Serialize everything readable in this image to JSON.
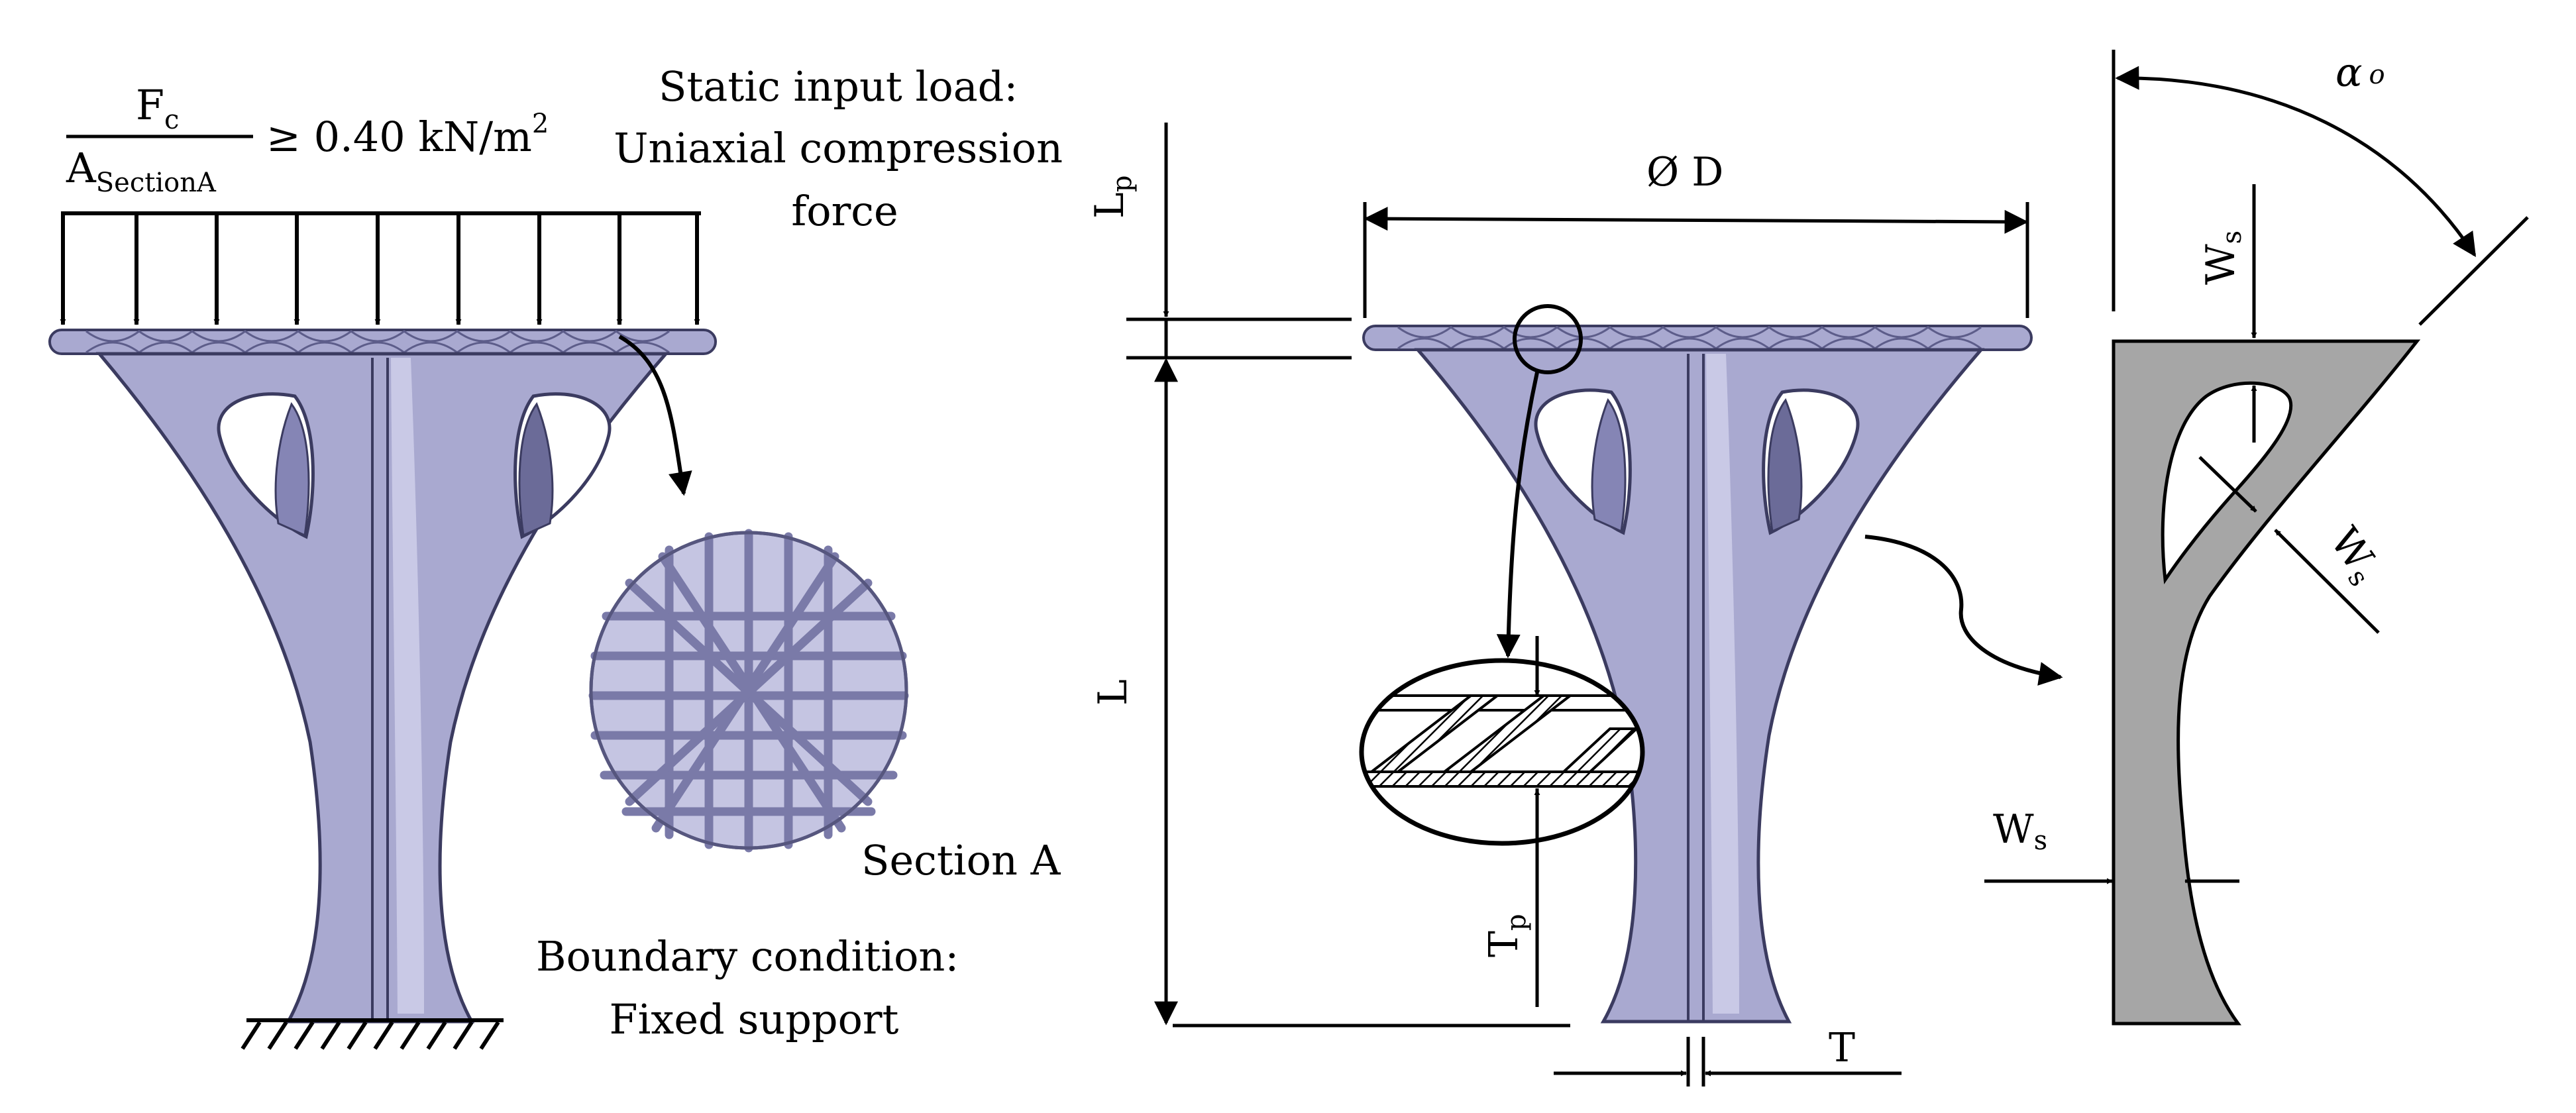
{
  "panel_load": {
    "formula": {
      "numerator_main": "F",
      "numerator_sub": "c",
      "denominator_main": "A",
      "denominator_sub": "SectionA",
      "relation": "≥ 0.40 kN/m",
      "exponent": "2"
    },
    "load_label_lines": [
      "Static input load:",
      "Uniaxial compression",
      "force"
    ],
    "section_label": "Section A",
    "boundary_label_lines": [
      "Boundary condition:",
      "Fixed support"
    ]
  },
  "panel_dimensions": {
    "diameter_label": "Ø D",
    "plate_thickness_main": "L",
    "plate_thickness_sub": "p",
    "length_label": "L",
    "lattice_thickness_main": "T",
    "lattice_thickness_sub": "p",
    "wall_thickness_label": "T"
  },
  "panel_section": {
    "angle_main": "α",
    "angle_sub": "o",
    "web_width_main": "W",
    "web_width_sub": "s"
  },
  "colors": {
    "part_fill": "#a9a9d0",
    "part_stroke": "#3b3b60",
    "part_highlight": "#c9c9e6",
    "part_shadow": "#6b6b98",
    "section_fill": "#a6a6a6",
    "ink": "#000000"
  }
}
